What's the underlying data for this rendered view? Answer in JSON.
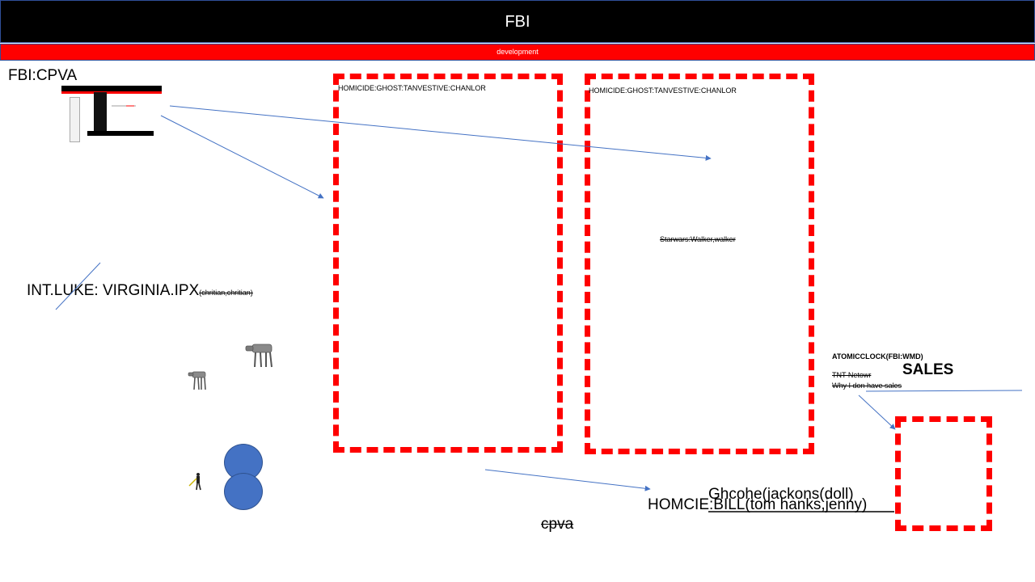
{
  "header": {
    "title": "FBI",
    "subtitle": "development"
  },
  "labels": {
    "fbi_cpva": "FBI:CPVA",
    "box_left": "HOMICIDE:GHOST:TANVESTIVE:CHANLOR",
    "box_middle": "HOMICIDE:GHOST:TANVESTIVE:CHANLOR",
    "starwars": "Starwars:Walker,walker",
    "int_luke_main": "INT.LUKE: VIRGINIA.IPX",
    "int_luke_sub": "(chritian,chritian)",
    "atomic_clock": "ATOMICCLOCK(FBI:WMD)",
    "tnt": "TNT Netowr",
    "sales_note": "Why I don have sales",
    "sales": "SALES",
    "ghcohe": "Ghcohe(jackons(doll)",
    "homcie_bill": "HOMCIE:BILL(tom hanks,jenny)",
    "cpva": "cpva"
  },
  "colors": {
    "header_bg": "#000000",
    "subbar_bg": "#ff0000",
    "dash_red": "#ff0000",
    "arrow_blue": "#4472c4",
    "circle_fill": "#4472c4"
  },
  "icons": {
    "walker_large": "at-at-walker-icon",
    "walker_small": "at-at-walker-icon",
    "figure": "soldier-figure-icon"
  }
}
